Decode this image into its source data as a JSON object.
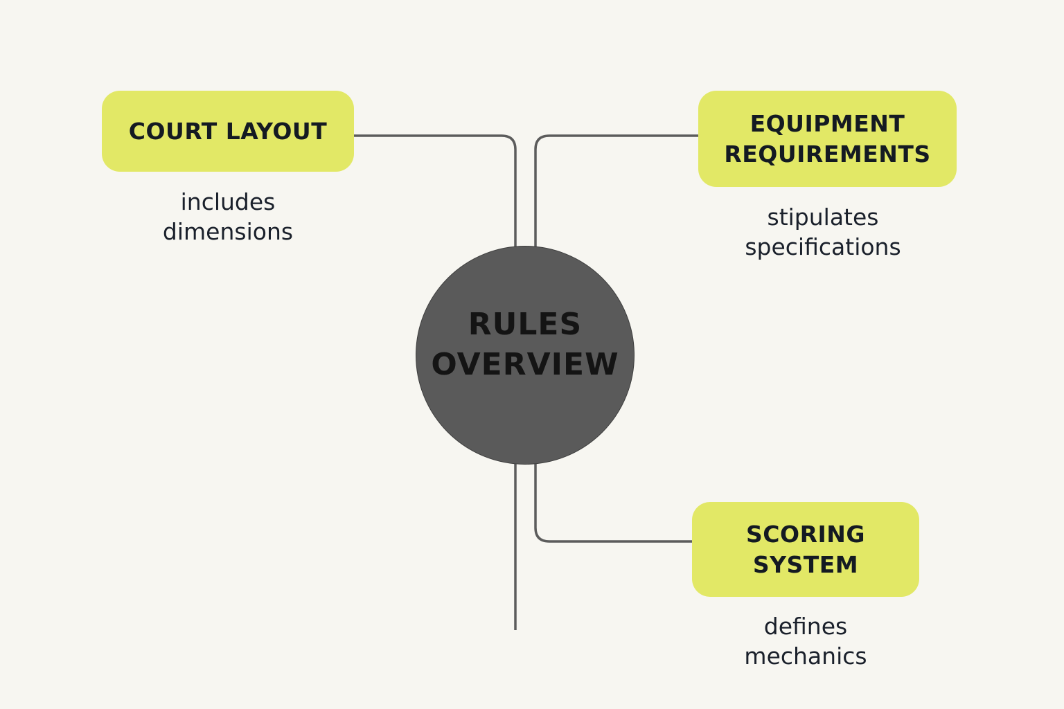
{
  "diagram": {
    "center": {
      "label": "RULES\nOVERVIEW"
    },
    "branches": [
      {
        "id": "court-layout",
        "label": "COURT LAYOUT",
        "caption": "includes\ndimensions",
        "side": "left"
      },
      {
        "id": "equipment-requirements",
        "label": "EQUIPMENT\nREQUIREMENTS",
        "caption": "stipulates\nspecifications",
        "side": "right"
      },
      {
        "id": "scoring-system",
        "label": "SCORING\nSYSTEM",
        "caption": "defines\nmechanics",
        "side": "right"
      }
    ]
  },
  "colors": {
    "background": "#f7f6f1",
    "node_fill": "#e2e866",
    "hub_fill": "#5a5a5a",
    "connector": "#5c5c5c",
    "text": "#141a22"
  }
}
